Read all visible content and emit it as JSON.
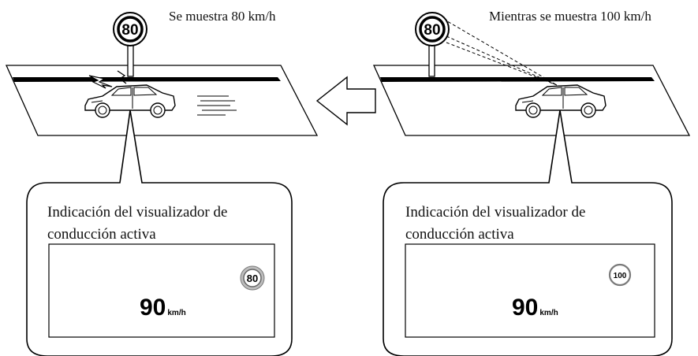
{
  "captions": {
    "left": "Se muestra 80 km/h",
    "right": "Mientras se muestra 100 km/h"
  },
  "signs": {
    "left_road_sign": "80",
    "right_road_sign": "80"
  },
  "left_panel": {
    "title_line1": "Indicación del visualizador de",
    "title_line2": "conducción activa",
    "sign_value": "80",
    "speed_value": "90",
    "speed_unit": "km/h"
  },
  "right_panel": {
    "title_line1": "Indicación del visualizador de",
    "title_line2": "conducción activa",
    "sign_value": "100",
    "speed_value": "90",
    "speed_unit": "km/h"
  },
  "icons": [
    "speed-limit-sign-icon",
    "car-icon",
    "left-arrow-icon",
    "lightning-icon"
  ]
}
